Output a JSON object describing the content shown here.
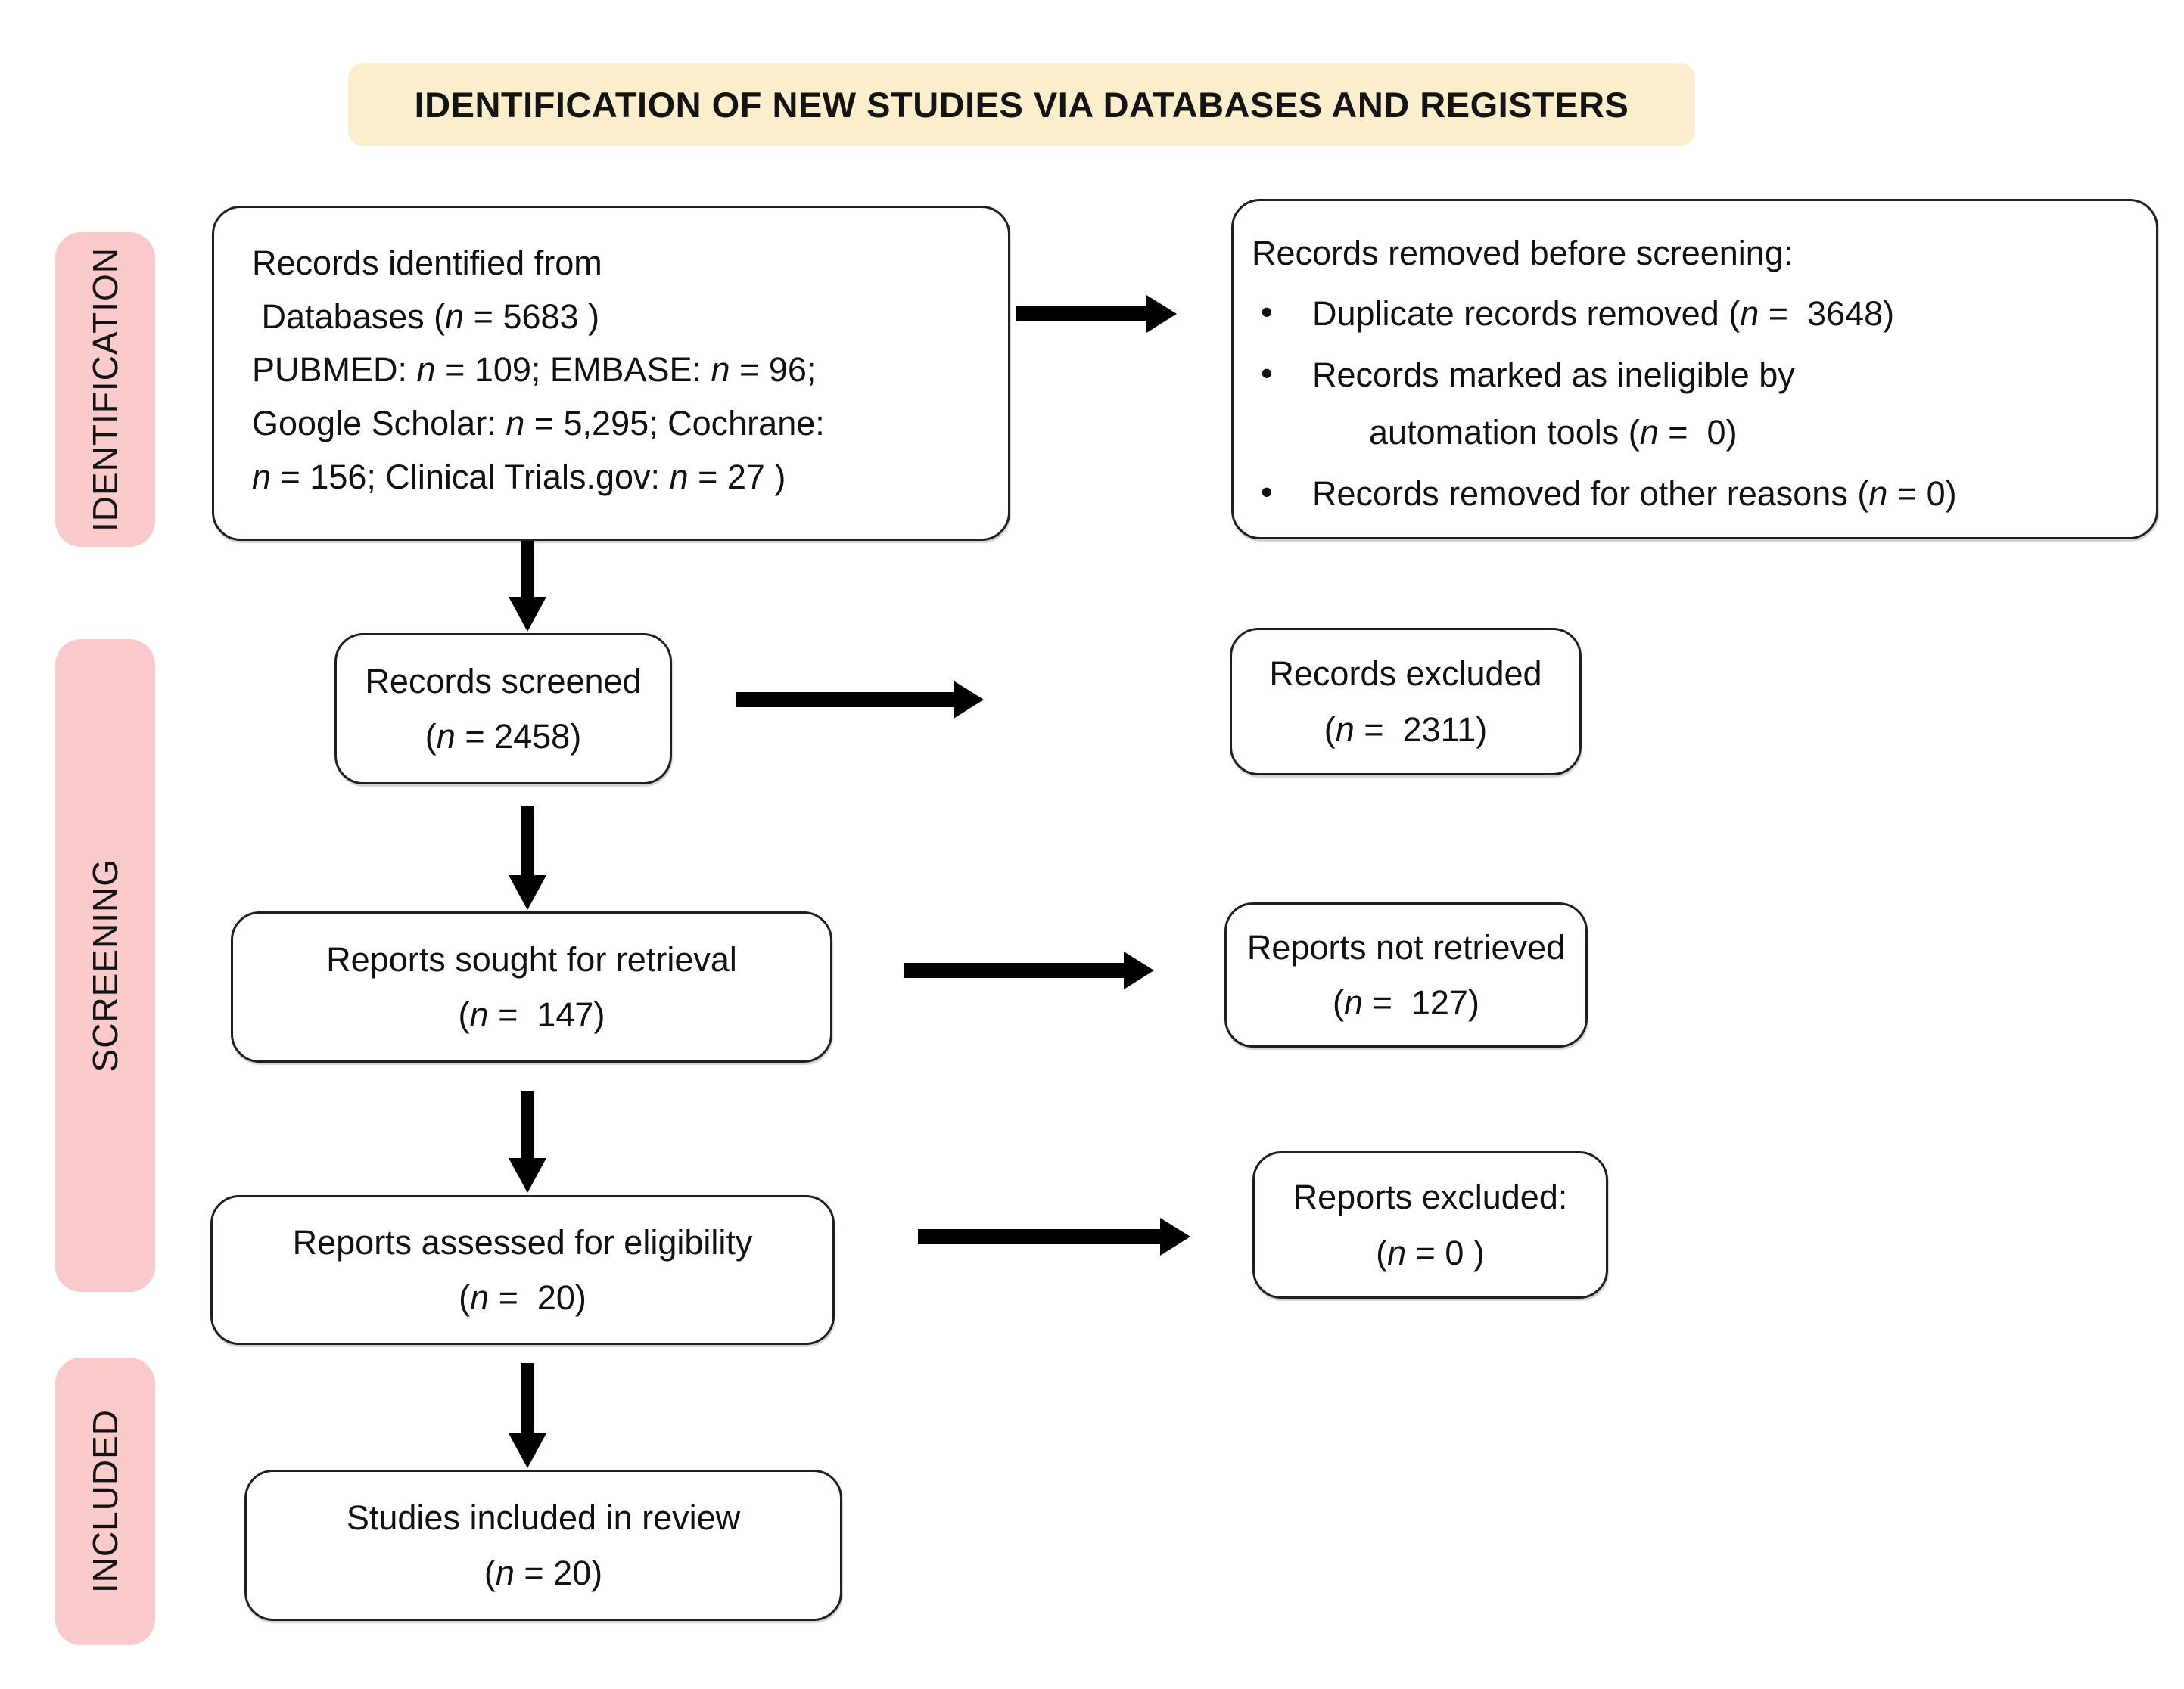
{
  "banner": {
    "title": "IDENTIFICATION OF NEW STUDIES VIA DATABASES AND REGISTERS"
  },
  "colors": {
    "banner_bg": "#FBEECC",
    "stage_bg": "#FBCACA",
    "box_border": "#1F1F1F",
    "arrow": "#000000"
  },
  "stages": {
    "identification": "IDENTIFICATION",
    "screening": "SCREENING",
    "included": "INCLUDED"
  },
  "boxes": {
    "records_identified": {
      "lines": [
        "Records identified from",
        " Databases (n = 5683 )",
        "PUBMED: n = 109; EMBASE: n = 96;",
        "Google Scholar: n = 5,295; Cochrane:",
        "n = 156; Clinical Trials.gov: n = 27 )"
      ]
    },
    "records_removed": {
      "heading": "Records removed before screening:",
      "bullets": [
        "Duplicate records removed (n =  3648)",
        "Records marked as ineligible by\n      automation tools (n =  0)",
        "Records removed for other reasons (n = 0)"
      ]
    },
    "records_screened": {
      "lines": [
        "Records screened",
        "(n = 2458)"
      ]
    },
    "records_excluded": {
      "lines": [
        "Records excluded",
        "(n =  2311)"
      ]
    },
    "reports_sought": {
      "lines": [
        "Reports sought for retrieval",
        "(n =  147)"
      ]
    },
    "reports_not_retrieved": {
      "lines": [
        "Reports not retrieved",
        "(n =  127)"
      ]
    },
    "reports_assessed": {
      "lines": [
        "Reports assessed for eligibility",
        "(n =  20)"
      ]
    },
    "reports_excluded": {
      "lines": [
        "Reports excluded:",
        "(n = 0 )"
      ]
    },
    "studies_included": {
      "lines": [
        "Studies included in review",
        "(n = 20)"
      ]
    }
  }
}
